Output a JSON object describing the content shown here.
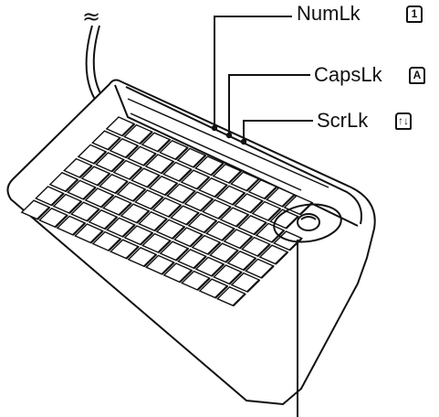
{
  "labels": {
    "numlk": "NumLk",
    "capslk": "CapsLk",
    "scrlk": "ScrLk"
  },
  "indicator_icons": {
    "numlk": "1",
    "capslk": "A",
    "scrlk": "↑↓"
  },
  "cable_break_symbol": "≈",
  "colors": {
    "line": "#111111",
    "key_shadow": "#cfcfcf",
    "body": "#ffffff"
  }
}
